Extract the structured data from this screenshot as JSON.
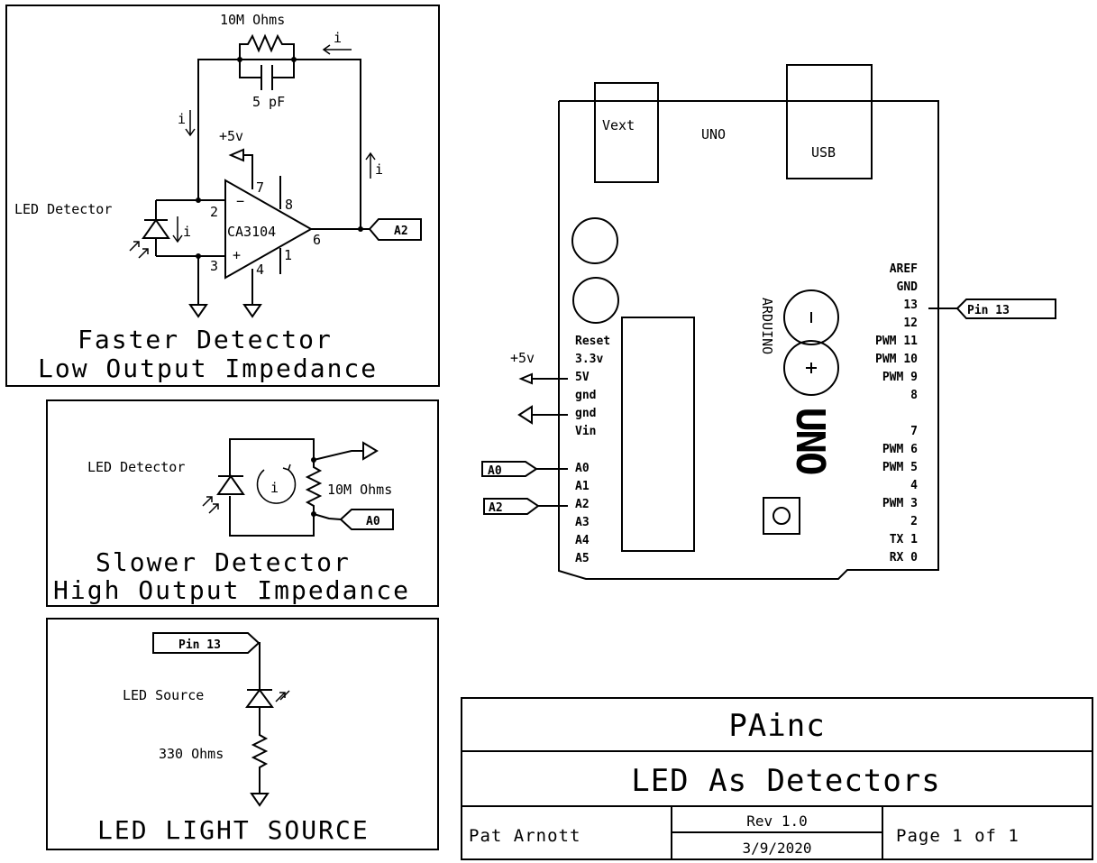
{
  "panels": {
    "faster": {
      "title_line1": "Faster Detector",
      "title_line2": "Low Output Impedance",
      "resistor_label": "10M Ohms",
      "capacitor_label": "5 pF",
      "current_label": "i",
      "supply_label": "+5v",
      "detector_label": "LED Detector",
      "opamp_label": "CA3104",
      "opamp_minus": "−",
      "opamp_plus": "+",
      "pins": {
        "p2": "2",
        "p3": "3",
        "p4": "4",
        "p6": "6",
        "p7": "7",
        "p8": "8",
        "p1": "1"
      },
      "output_tag": "A2"
    },
    "slower": {
      "title_line1": "Slower Detector",
      "title_line2": "High Output Impedance",
      "detector_label": "LED Detector",
      "resistor_label": "10M Ohms",
      "current_label": "i",
      "output_tag": "A0"
    },
    "source": {
      "title": "LED LIGHT SOURCE",
      "input_tag": "Pin 13",
      "led_label": "LED Source",
      "resistor_label": "330 Ohms"
    }
  },
  "arduino": {
    "board_label": "UNO",
    "vext_label": "Vext",
    "usb_label": "USB",
    "brand_label": "ARDUINO",
    "big_label": "UNO",
    "minus_symbol": "−",
    "plus_symbol": "+",
    "supply_label": "+5v",
    "left_pins": [
      "Reset",
      "3.3v",
      "5V",
      "gnd",
      "gnd",
      "Vin"
    ],
    "analog_pins": [
      "A0",
      "A1",
      "A2",
      "A3",
      "A4",
      "A5"
    ],
    "right_pins_top": [
      "AREF",
      "GND",
      "13",
      "12",
      "PWM 11",
      "PWM 10",
      "PWM 9",
      "8"
    ],
    "right_pins_bottom": [
      "7",
      "PWM 6",
      "PWM 5",
      "4",
      "PWM 3",
      "2",
      "TX 1",
      "RX 0"
    ],
    "tag_a0": "A0",
    "tag_a2": "A2",
    "tag_pin13": "Pin 13"
  },
  "title_block": {
    "company": "PAinc",
    "title": "LED As Detectors",
    "author": "Pat Arnott",
    "revision": "Rev 1.0",
    "date": "3/9/2020",
    "page": "Page 1 of 1"
  }
}
